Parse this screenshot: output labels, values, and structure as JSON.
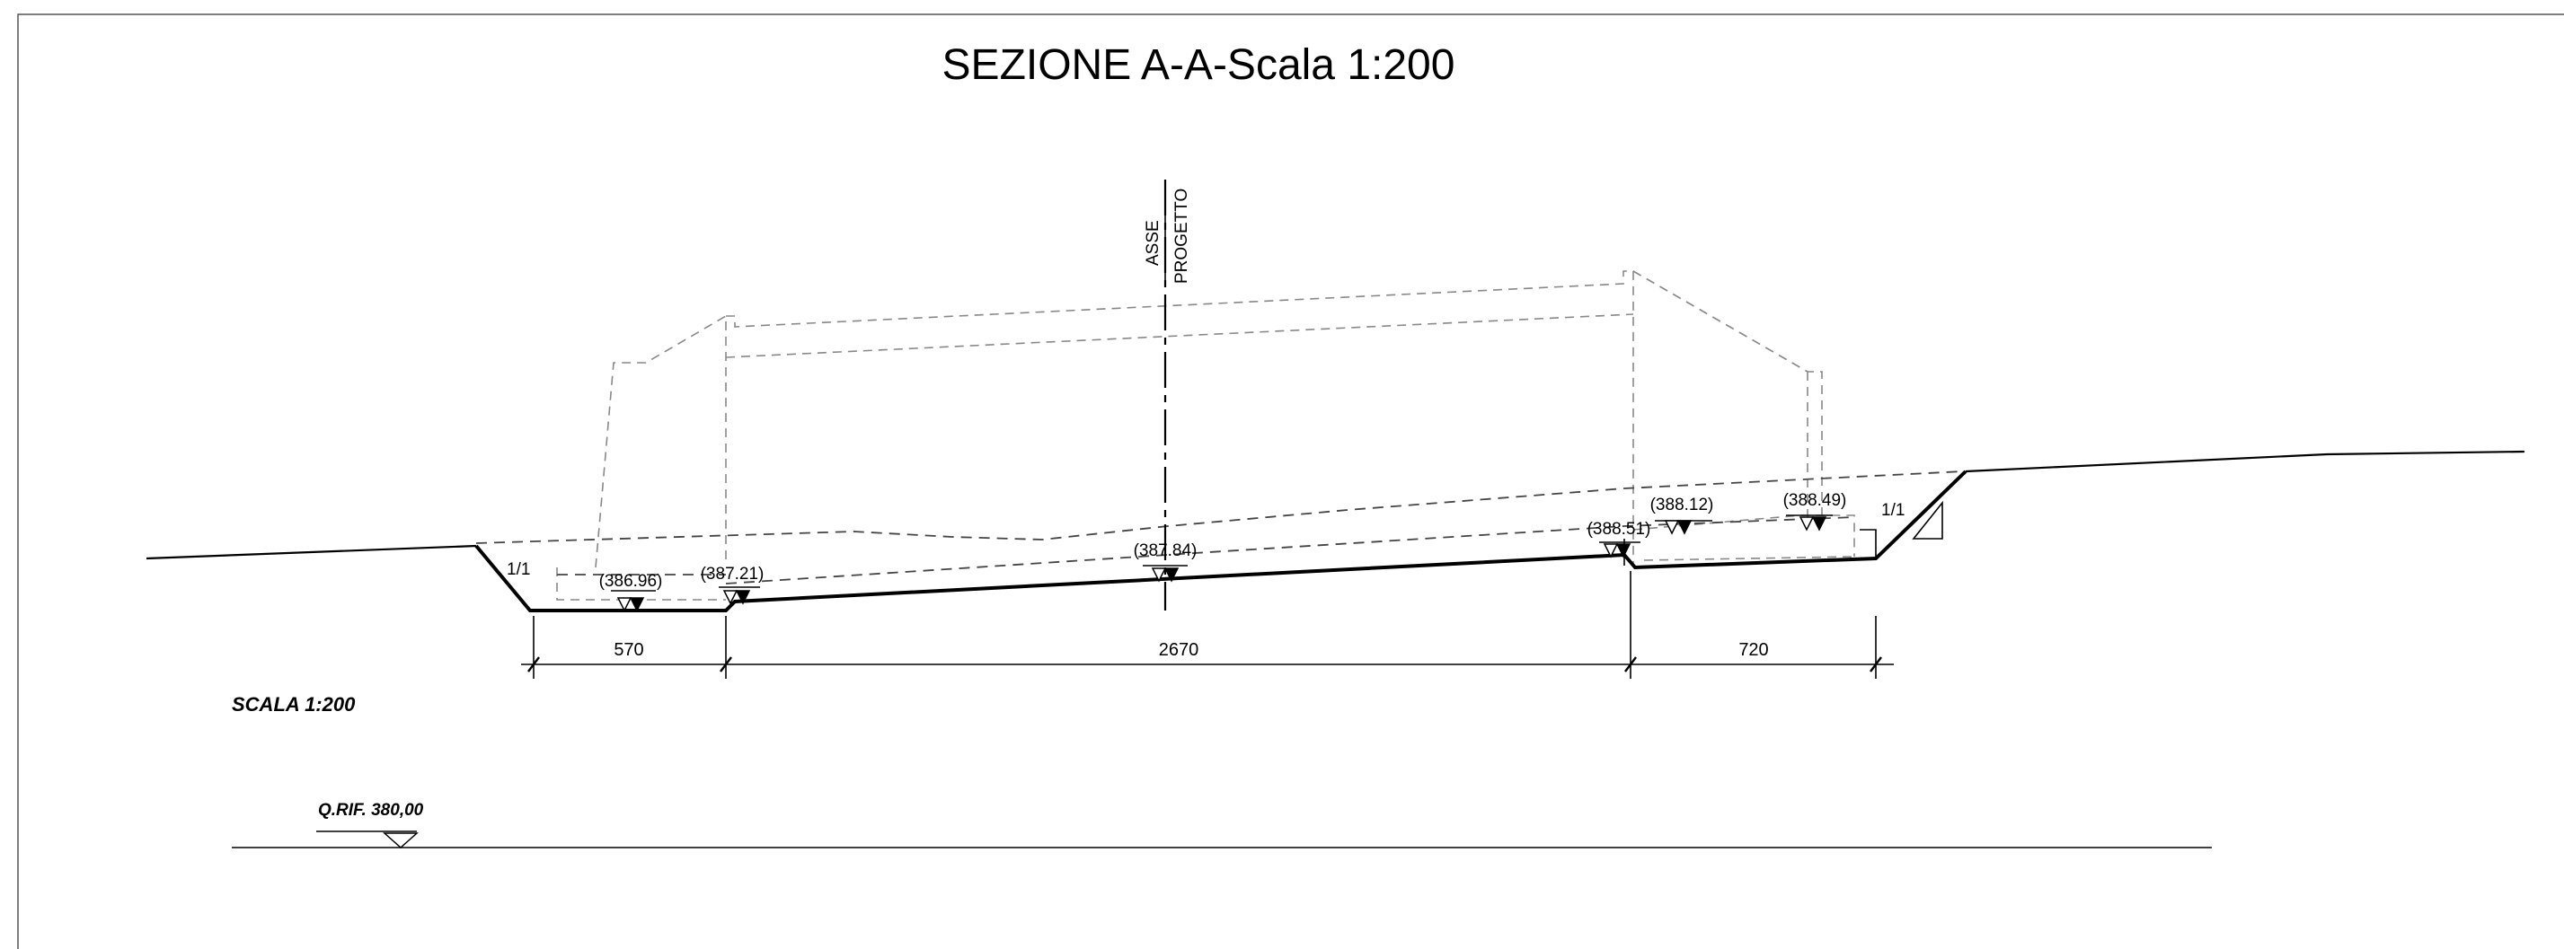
{
  "title": "SEZIONE A-A-Scala 1:200",
  "axis_label": {
    "line1": "ASSE",
    "line2": "PROGETTO"
  },
  "elevations": {
    "e1": "(386.96)",
    "e2": "(387.21)",
    "e3": "(387.84)",
    "e4": "(388.51)",
    "e5": "(388.12)",
    "e6": "(388.49)"
  },
  "slopes": {
    "left": "1/1",
    "right": "1/1"
  },
  "dimensions": {
    "d1": "570",
    "d2": "2670",
    "d3": "720"
  },
  "scale_note": "SCALA 1:200",
  "reference": "Q.RIF. 380,00"
}
